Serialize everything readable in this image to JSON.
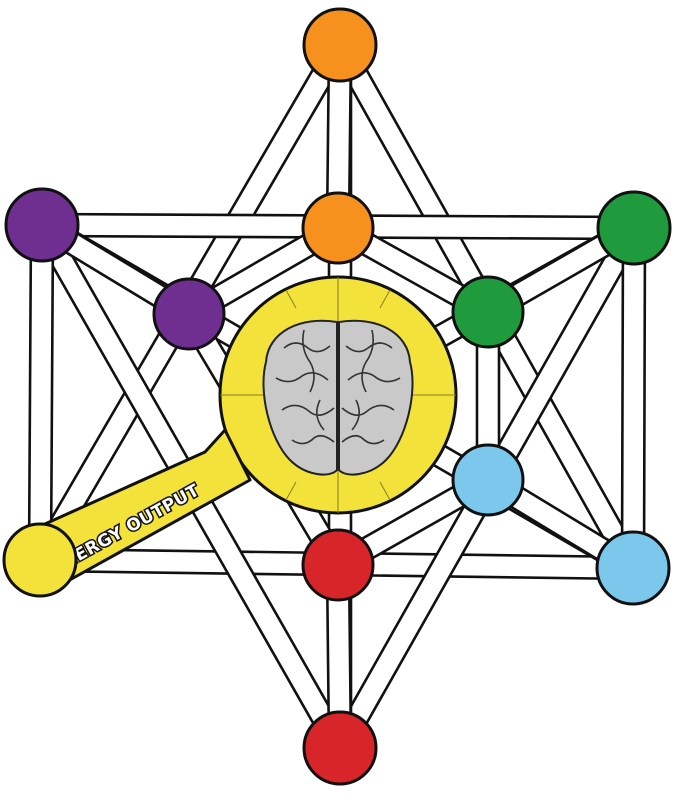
{
  "hub": {
    "label": "ENERGY OUTPUT",
    "fill_color": "#f2e23a",
    "center_icon": "brain-icon"
  },
  "nodes": [
    {
      "id": "outer-top",
      "color": "#f6911e"
    },
    {
      "id": "outer-upper-left",
      "color": "#6f2f91"
    },
    {
      "id": "outer-upper-right",
      "color": "#1f9a3c"
    },
    {
      "id": "outer-lower-left",
      "color": "#f2e23a"
    },
    {
      "id": "outer-lower-right",
      "color": "#7cc8ec"
    },
    {
      "id": "outer-bottom",
      "color": "#d7252a"
    },
    {
      "id": "inner-top",
      "color": "#f6911e"
    },
    {
      "id": "inner-upper-left",
      "color": "#6f2f91"
    },
    {
      "id": "inner-upper-right",
      "color": "#1f9a3c"
    },
    {
      "id": "inner-lower-right",
      "color": "#7cc8ec"
    },
    {
      "id": "inner-bottom",
      "color": "#d7252a"
    }
  ]
}
